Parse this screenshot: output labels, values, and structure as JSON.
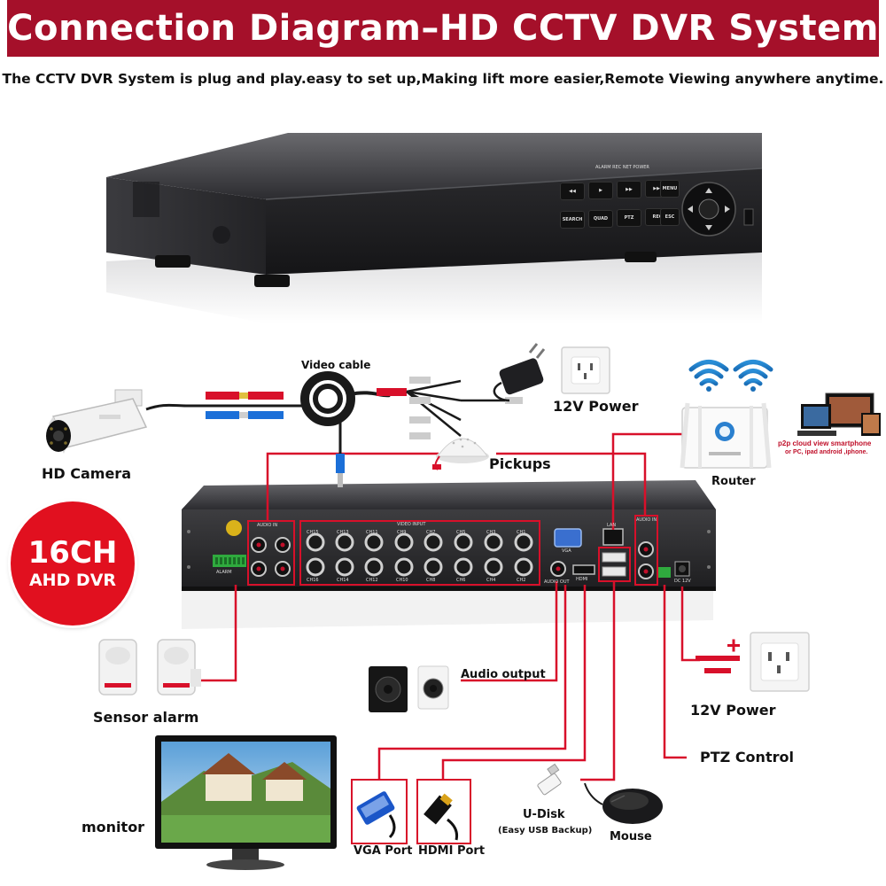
{
  "header": {
    "title": "Connection Diagram–HD CCTV DVR System",
    "subtitle": "The CCTV DVR System is plug and play.easy to set up,Making lift more easier,Remote Viewing anywhere anytime."
  },
  "badge": {
    "channels": "16CH",
    "type": "AHD DVR"
  },
  "labels": {
    "video_cable": "Video cable",
    "power_top": "12V Power",
    "hd_camera": "HD Camera",
    "pickups": "Pickups",
    "router": "Router",
    "p2p_line1": "p2p cloud  view smartphone",
    "p2p_line2": "or PC, ipad android ,iphone.",
    "sensor_alarm": "Sensor alarm",
    "audio_output": "Audio output",
    "power_right": "12V Power",
    "ptz_control": "PTZ Control",
    "monitor": "monitor",
    "vga_port": "VGA Port",
    "hdmi_port": "HDMI Port",
    "u_disk": "U-Disk",
    "u_disk_sub": "(Easy USB Backup)",
    "mouse": "Mouse"
  },
  "dvr_front": {
    "buttons_row1": [
      "◀◀",
      "▶",
      "▶▶",
      "▶▶|",
      "MENU"
    ],
    "buttons_row2": [
      "SEARCH",
      "QUAD",
      "PTZ",
      "REC",
      "ESC"
    ],
    "leds": "ALARM  REC  NET  POWER"
  },
  "dvr_back": {
    "audio_in": "AUDIO IN",
    "video_input": "VIDEO INPUT",
    "channels_top": [
      "CH15",
      "CH13",
      "CH11",
      "CH9",
      "CH7",
      "CH5",
      "CH3",
      "CH1"
    ],
    "channels_bottom": [
      "CH16",
      "CH14",
      "CH12",
      "CH10",
      "CH8",
      "CH6",
      "CH4",
      "CH2"
    ],
    "vga": "VGA",
    "audio_out": "AUDIO OUT",
    "hdmi": "HDMI",
    "lan": "LAN",
    "dc": "DC 12V",
    "alarm": "ALARM",
    "audio_in_right": "AUDIO IN"
  },
  "colors": {
    "brand_red": "#a5102a",
    "wire_red": "#d8102a",
    "badge_red": "#e1101f",
    "dvr_body": "#2a2a2c"
  }
}
